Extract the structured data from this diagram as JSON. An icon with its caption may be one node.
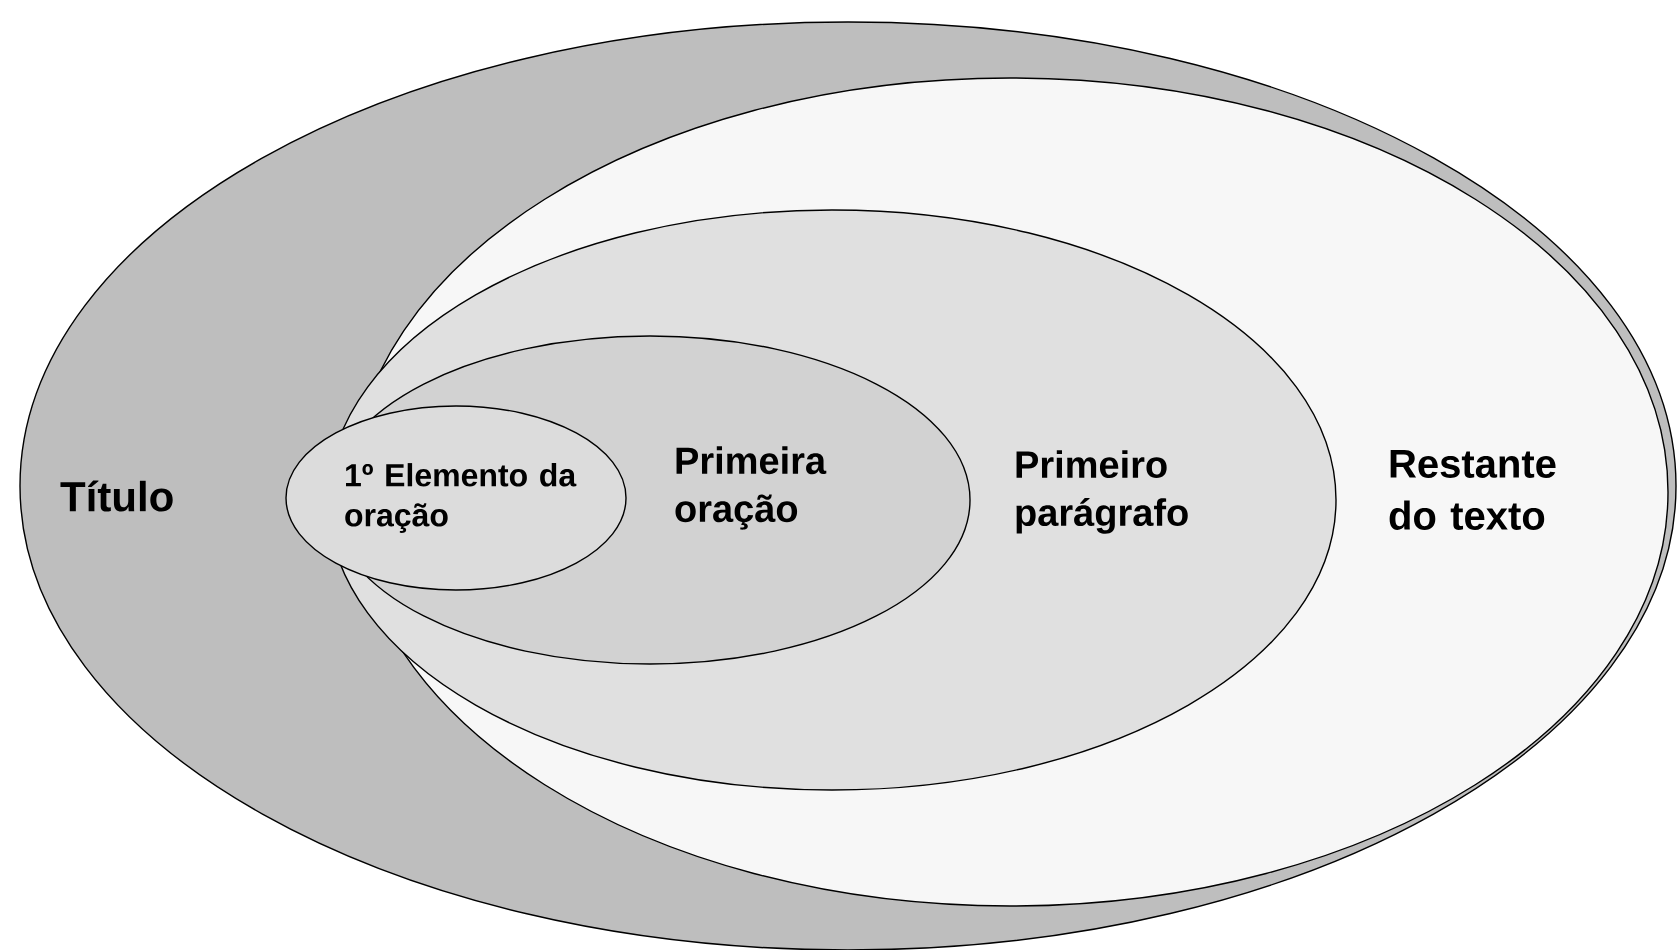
{
  "diagram": {
    "nodes": [
      {
        "text": [
          "Título"
        ]
      },
      {
        "text": [
          "Restante do texto"
        ],
        "in": 0
      },
      {
        "text": [
          "Primeiro parágrafo"
        ],
        "in": 1
      },
      {
        "text": [
          "Primeira oração"
        ],
        "in": 2
      },
      {
        "text": [
          "1º Elemento da oração"
        ],
        "in": 3
      }
    ]
  }
}
